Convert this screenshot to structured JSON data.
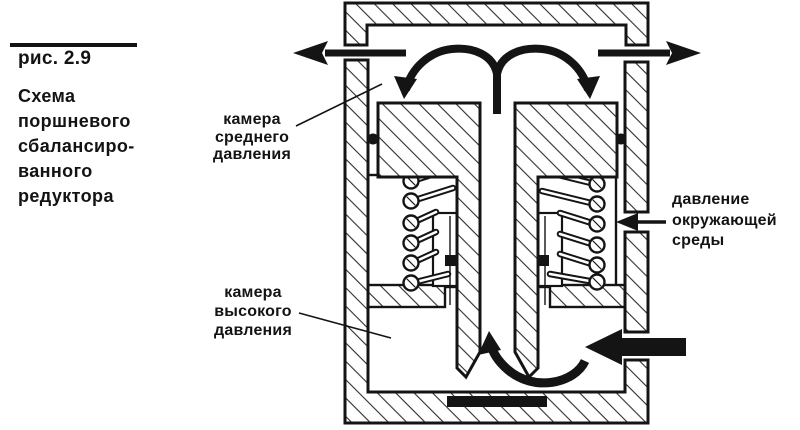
{
  "figure": {
    "number": "рис. 2.9",
    "title_lines": [
      "Схема",
      "поршневого",
      "сбалансиро-",
      "ванного",
      "редуктора"
    ]
  },
  "labels": {
    "medium_pressure_chamber": {
      "lines": [
        "камера",
        "среднего",
        "давления"
      ]
    },
    "high_pressure_chamber": {
      "lines": [
        "камера",
        "высокого",
        "давления"
      ]
    },
    "ambient_pressure": {
      "lines": [
        "давление",
        "окружающей",
        "среды"
      ]
    }
  },
  "colors": {
    "ink": "#141414",
    "paper": "#ffffff"
  }
}
